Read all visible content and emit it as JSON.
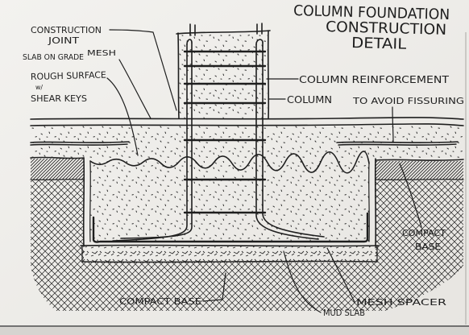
{
  "title": {
    "line1": "COLUMN FOUNDATION",
    "line2": "CONSTRUCTION",
    "line3": "DETAIL"
  },
  "labels": {
    "construction_joint": {
      "line1": "CONSTRUCTION",
      "line2": "JOINT"
    },
    "slab_on_grade": "SLAB ON GRADE",
    "mesh": "MESH",
    "rough_surface": {
      "line1": "ROUGH SURFACE",
      "line2": "w/",
      "line3": "SHEAR KEYS"
    },
    "column_reinforcement": "COLUMN REINFORCEMENT",
    "column": "COLUMN",
    "avoid_fissuring": "TO AVOID FISSURING",
    "compact_base_right": {
      "line1": "COMPACT",
      "line2": "BASE"
    },
    "compact_base_bottom": "COMPACT BASE",
    "mud_slab": "MUD SLAB",
    "mesh_spacer": "MESH SPACER"
  },
  "colors": {
    "ink": "#1e1e1e",
    "paper": "#efeeea"
  }
}
